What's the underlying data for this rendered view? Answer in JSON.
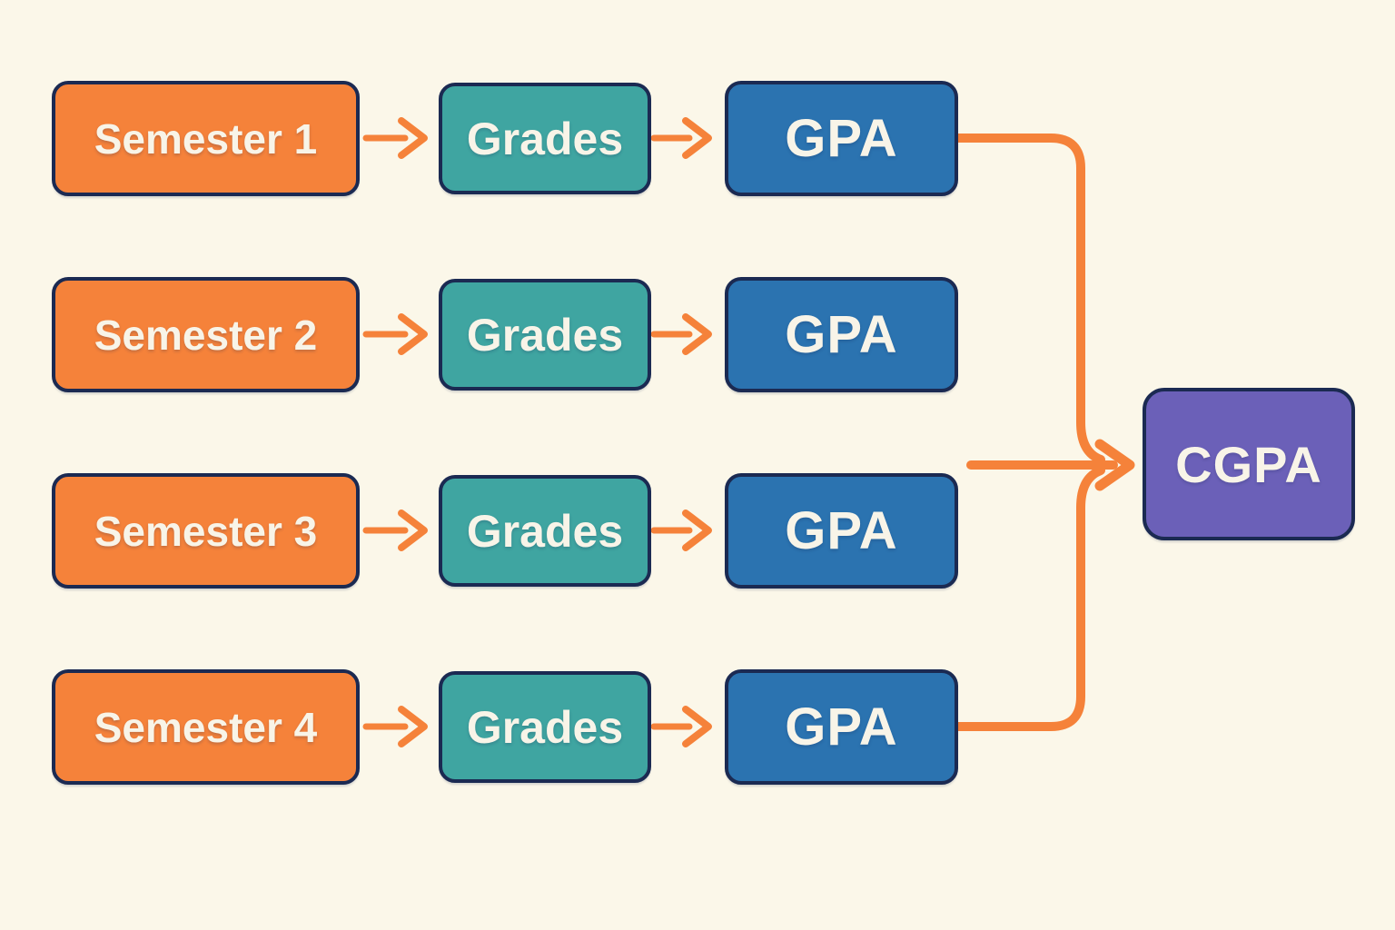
{
  "colors": {
    "background": "#FBF7E9",
    "semester_fill": "#F5823A",
    "grades_fill": "#3FA5A1",
    "gpa_fill": "#2B73B0",
    "cgpa_fill": "#6B60B8",
    "outline_navy": "#1B2A52",
    "arrow_orange": "#F5823A",
    "label_text": "#F8F4E8"
  },
  "flow": {
    "rows": [
      {
        "semester": "Semester 1",
        "grades": "Grades",
        "gpa": "GPA"
      },
      {
        "semester": "Semester 2",
        "grades": "Grades",
        "gpa": "GPA"
      },
      {
        "semester": "Semester 3",
        "grades": "Grades",
        "gpa": "GPA"
      },
      {
        "semester": "Semester 4",
        "grades": "Grades",
        "gpa": "GPA"
      }
    ],
    "final": {
      "label": "CGPA"
    }
  }
}
